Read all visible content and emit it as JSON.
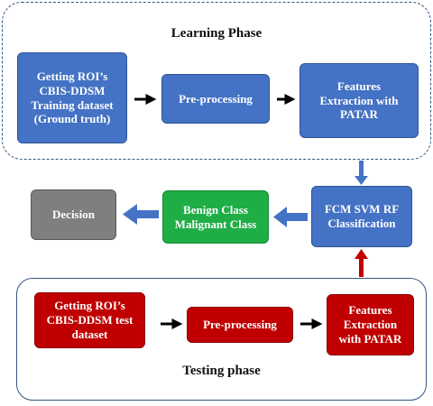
{
  "learning_phase": {
    "title": "Learning Phase",
    "steps": [
      "Getting ROI’s\nCBIS-DDSM\nTraining dataset\n(Ground truth)",
      "Pre-processing",
      "Features\nExtraction with\nPATAR"
    ]
  },
  "middle_row": {
    "classification": "FCM SVM RF\nClassification",
    "classes": "Benign Class\nMalignant Class",
    "decision": "Decision"
  },
  "testing_phase": {
    "title": "Testing phase",
    "steps": [
      "Getting ROI’s\nCBIS-DDSM test\ndataset",
      "Pre-processing",
      "Features\nExtraction\nwith PATAR"
    ]
  },
  "colors": {
    "blue_box": "#4472c4",
    "green_box": "#1fad45",
    "gray_box": "#7f7f7f",
    "red_box": "#c00000",
    "blue_arrow": "#4472c4",
    "red_arrow": "#c00000",
    "black_arrow": "#000000"
  }
}
